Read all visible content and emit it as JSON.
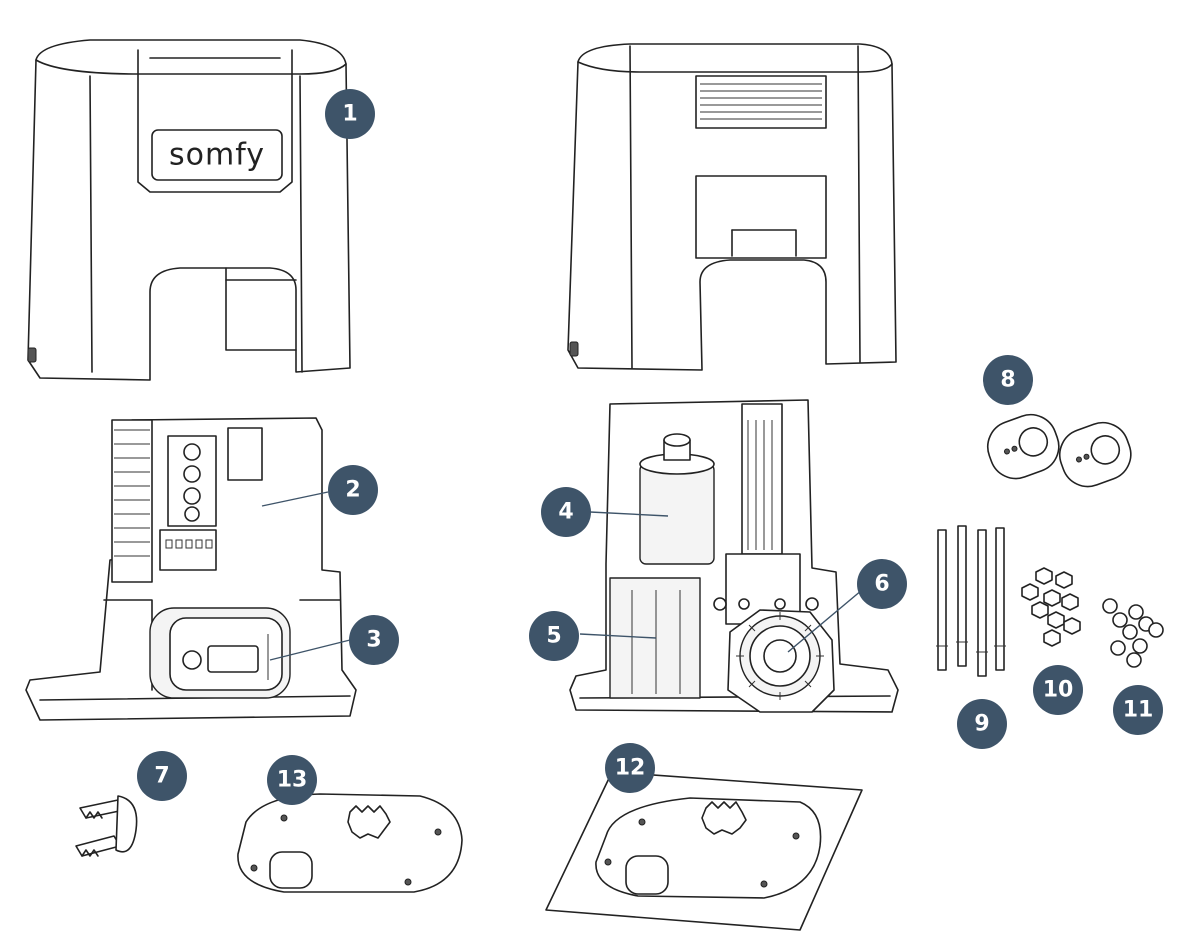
{
  "brand": {
    "logo_text": "somfy"
  },
  "callouts": [
    "1",
    "2",
    "3",
    "4",
    "5",
    "6",
    "7",
    "8",
    "9",
    "10",
    "11",
    "12",
    "13"
  ],
  "colors": {
    "badge": "#3e5469",
    "line": "#222222",
    "background": "#ffffff"
  }
}
